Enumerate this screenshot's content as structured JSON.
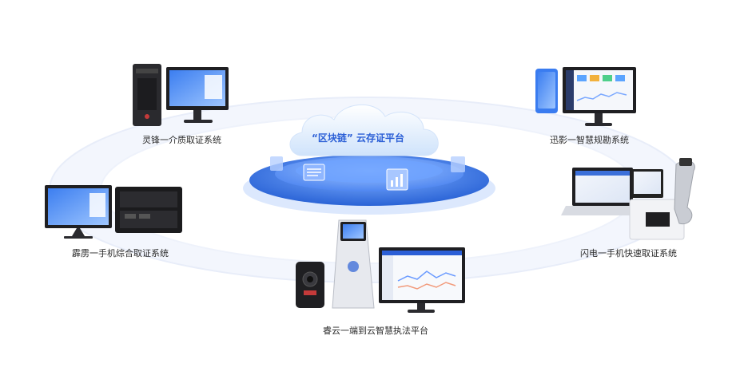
{
  "center": {
    "title": "“区块链” 云存证平台"
  },
  "nodes": [
    {
      "label": "灵锋一介质取证系统"
    },
    {
      "label": "迅影一智慧规勘系统"
    },
    {
      "label": "霹雳一手机综合取证系统"
    },
    {
      "label": "闪电一手机快速取证系统"
    },
    {
      "label": "睿云一端到云智慧执法平台"
    }
  ],
  "colors": {
    "orbit": "#e6ebfa",
    "platform_outer": "#2d6fe0",
    "platform_inner": "#5f96ff",
    "cloud": "#dcebfd",
    "title_text": "#2b5fd6"
  }
}
